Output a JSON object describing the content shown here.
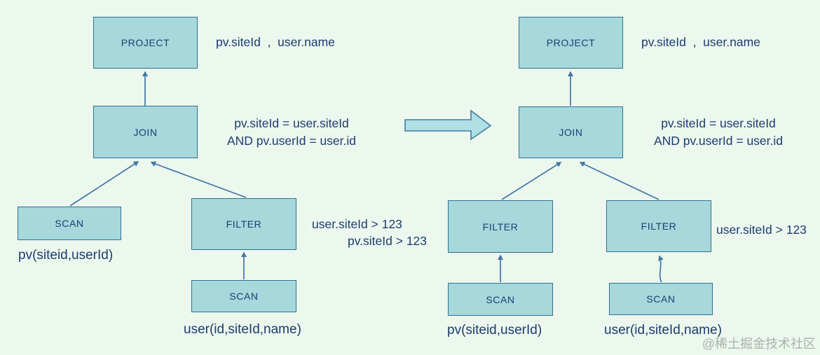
{
  "left_tree": {
    "project": {
      "label": "PROJECT",
      "columns": "pv.siteId  ,  user.name"
    },
    "join": {
      "label": "JOIN",
      "condition_line1": "pv.siteId = user.siteId",
      "condition_line2": "AND pv.userId = user.id"
    },
    "scan_pv": {
      "label": "SCAN",
      "caption": "pv(siteid,userId)"
    },
    "filter": {
      "label": "FILTER",
      "condition_line1": "user.siteId > 123",
      "condition_line2": "pv.siteId > 123"
    },
    "scan_user": {
      "label": "SCAN",
      "caption": "user(id,siteId,name)"
    }
  },
  "right_tree": {
    "project": {
      "label": "PROJECT",
      "columns": "pv.siteId  ,  user.name"
    },
    "join": {
      "label": "JOIN",
      "condition_line1": "pv.siteId = user.siteId",
      "condition_line2": "AND pv.userId = user.id"
    },
    "filter_pv": {
      "label": "FILTER"
    },
    "filter_user": {
      "label": "FILTER",
      "condition": "user.siteId > 123"
    },
    "scan_pv": {
      "label": "SCAN",
      "caption": "pv(siteid,userId)"
    },
    "scan_user": {
      "label": "SCAN",
      "caption": "user(id,siteId,name)"
    }
  },
  "watermark": "@稀土掘金技术社区",
  "colors": {
    "background": "#ecf7ee",
    "node_fill": "#a6d8dc",
    "node_border": "#31708f",
    "text": "#1d3c6e",
    "connector": "#4377a6",
    "big_arrow_fill": "#b0dfe4",
    "big_arrow_border": "#3f7ca3",
    "watermark": "#a9b2aa"
  }
}
